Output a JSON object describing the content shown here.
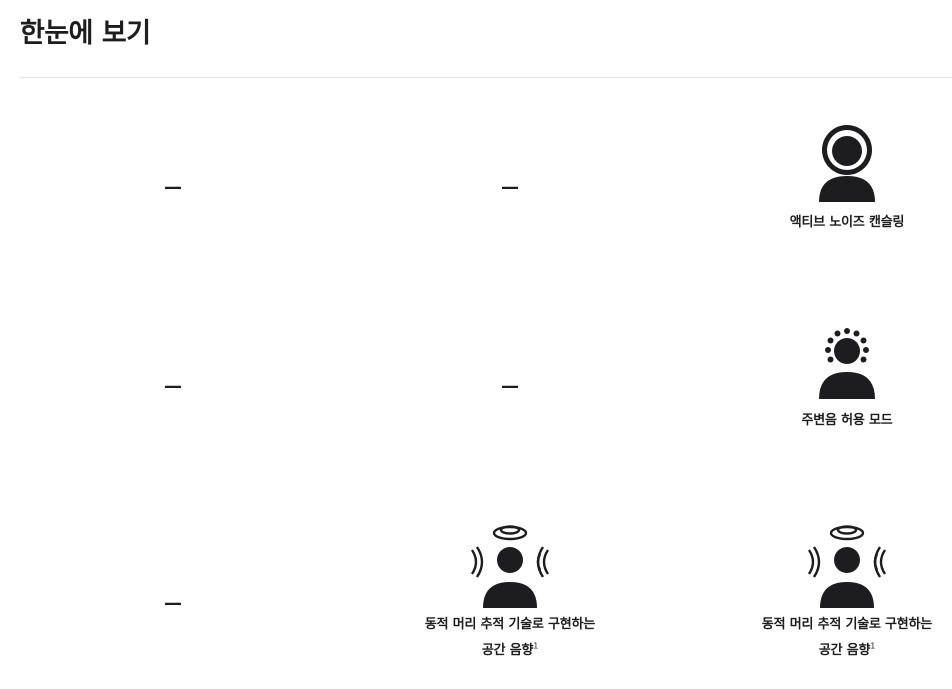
{
  "page": {
    "title": "한눈에 보기"
  },
  "rows": [
    {
      "cells": [
        {
          "type": "dash",
          "text": "—"
        },
        {
          "type": "dash",
          "text": "—"
        },
        {
          "type": "feature",
          "icon": "anc-icon",
          "label": "액티브 노이즈 캔슬링"
        }
      ]
    },
    {
      "cells": [
        {
          "type": "dash",
          "text": "—"
        },
        {
          "type": "dash",
          "text": "—"
        },
        {
          "type": "feature",
          "icon": "transparency-icon",
          "label": "주변음 허용 모드"
        }
      ]
    },
    {
      "cells": [
        {
          "type": "dash",
          "text": "—"
        },
        {
          "type": "feature",
          "icon": "spatial-audio-icon",
          "label_line1": "동적 머리 추적 기술로 구현하는",
          "label_line2": "공간 음향",
          "footnote": "1"
        },
        {
          "type": "feature",
          "icon": "spatial-audio-icon",
          "label_line1": "동적 머리 추적 기술로 구현하는",
          "label_line2": "공간 음향",
          "footnote": "1"
        }
      ]
    }
  ]
}
